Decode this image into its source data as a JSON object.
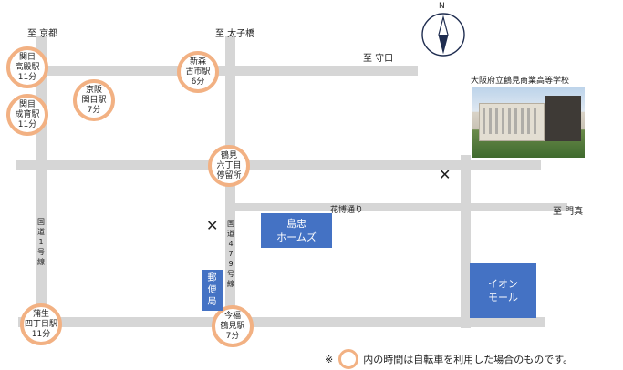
{
  "directions": {
    "kyoto": "至 京都",
    "taishibashi": "至 太子橋",
    "moriguchi": "至 守口",
    "kadoma": "至 門真"
  },
  "roads": {
    "hanahaku": "花博通り",
    "route1": "国道1号線",
    "route479": "国道479号線"
  },
  "stations": [
    {
      "id": "sekime-takadono",
      "lines": [
        "関目",
        "高殿駅",
        "11分"
      ]
    },
    {
      "id": "sekime-seiiku",
      "lines": [
        "関目",
        "成育駅",
        "11分"
      ]
    },
    {
      "id": "keihan-sekime",
      "lines": [
        "京阪",
        "関目駅",
        "7分"
      ]
    },
    {
      "id": "shinmori-furuichi",
      "lines": [
        "新森",
        "古市駅",
        "6分"
      ]
    },
    {
      "id": "tsurumi-6chome",
      "lines": [
        "鶴見",
        "六丁目",
        "停留所"
      ]
    },
    {
      "id": "gamo-4chome",
      "lines": [
        "蒲生",
        "四丁目駅",
        "11分"
      ]
    },
    {
      "id": "imafuku-tsurumi",
      "lines": [
        "今福",
        "鶴見駅",
        "7分"
      ]
    }
  ],
  "buildings": {
    "shimachu": [
      "島忠",
      "ホームズ"
    ],
    "aeon": [
      "イオン",
      "モール"
    ],
    "post": [
      "郵",
      "便",
      "局"
    ]
  },
  "school": {
    "name": "大阪府立鶴見商業高等学校"
  },
  "compass": {
    "label": "N"
  },
  "note": {
    "prefix": "※",
    "text": "内の時間は自転車を利用した場合のものです。"
  },
  "colors": {
    "building": "#4472c4",
    "station_ring": "#f2b183",
    "road": "#d6d6d6"
  }
}
